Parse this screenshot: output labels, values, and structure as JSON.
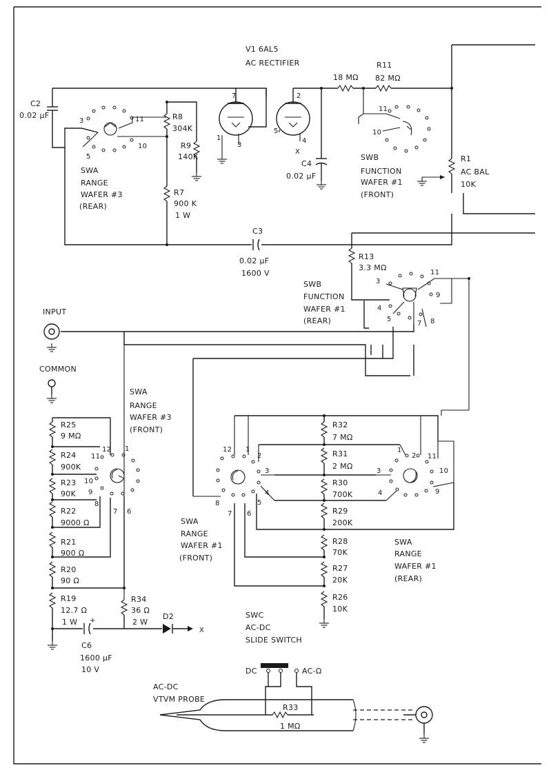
{
  "tube": {
    "ref": "V1 6AL5",
    "desc": "AC RECTIFIER"
  },
  "pins": {
    "v_p7": "7",
    "v_p1": "1",
    "v_p3": "3",
    "v_p2": "2",
    "v_p5": "5",
    "v_p4": "4",
    "v_x": "X",
    "swa3r_3": "3",
    "swa3r_11": "11",
    "swa3r_5": "5",
    "swa3r_10": "10",
    "swbf_11": "11",
    "swbf_10": "10",
    "swbr_3": "3",
    "swbr_4": "4",
    "swbr_5": "5",
    "swbr_7": "7",
    "swbr_8": "8",
    "swbr_9": "9",
    "swbr_11": "11",
    "swa3f_11": "11",
    "swa3f_12": "12",
    "swa3f_1": "1",
    "swa3f_10": "10",
    "swa3f_9": "9",
    "swa3f_8": "8",
    "swa3f_7": "7",
    "swa3f_6": "6",
    "swa1f_12": "12",
    "swa1f_1": "1",
    "swa1f_2": "2",
    "swa1f_3": "3",
    "swa1f_4": "4",
    "swa1f_5": "5",
    "swa1f_6": "6",
    "swa1f_7": "7",
    "swa1f_8": "8",
    "swa1r_1": "1",
    "swa1r_2": "2",
    "swa1r_3": "3",
    "swa1r_4": "4",
    "swa1r_9": "9",
    "swa1r_10": "10",
    "swa1r_11": "11",
    "d2_x": "X"
  },
  "components": {
    "c2": {
      "ref": "C2",
      "value": "0.02 µF"
    },
    "r8": {
      "ref": "R8",
      "value": "304K"
    },
    "r9": {
      "ref": "R9",
      "value": "140K"
    },
    "r7": {
      "ref": "R7",
      "value": "900 K",
      "rating": "1 W"
    },
    "c4": {
      "ref": "C4",
      "value": "0.02 µF"
    },
    "r10": {
      "value": "18 MΩ"
    },
    "r11": {
      "ref": "R11",
      "value": "82 MΩ"
    },
    "r1": {
      "ref": "R1",
      "desc": "AC BAL",
      "value": "10K"
    },
    "c3": {
      "ref": "C3",
      "value": "0.02 µF",
      "rating": "1600 V"
    },
    "r13": {
      "ref": "R13",
      "value": "3.3 MΩ"
    },
    "r25": {
      "ref": "R25",
      "value": "9 MΩ"
    },
    "r24": {
      "ref": "R24",
      "value": "900K"
    },
    "r23": {
      "ref": "R23",
      "value": "90K"
    },
    "r22": {
      "ref": "R22",
      "value": "9000 Ω"
    },
    "r21": {
      "ref": "R21",
      "value": "900 Ω"
    },
    "r20": {
      "ref": "R20",
      "value": "90 Ω"
    },
    "r19": {
      "ref": "R19",
      "value": "12.7 Ω",
      "rating": "1 W"
    },
    "r34": {
      "ref": "R34",
      "value": "36 Ω",
      "rating": "2 W"
    },
    "d2": {
      "ref": "D2"
    },
    "c6": {
      "ref": "C6",
      "value": "1600 µF",
      "rating": "10 V"
    },
    "r32": {
      "ref": "R32",
      "value": "7 MΩ"
    },
    "r31": {
      "ref": "R31",
      "value": "2 MΩ"
    },
    "r30": {
      "ref": "R30",
      "value": "700K"
    },
    "r29": {
      "ref": "R29",
      "value": "200K"
    },
    "r28": {
      "ref": "R28",
      "value": "70K"
    },
    "r27": {
      "ref": "R27",
      "value": "20K"
    },
    "r26": {
      "ref": "R26",
      "value": "10K"
    },
    "r33": {
      "ref": "R33",
      "value": "1 MΩ"
    }
  },
  "switches": {
    "swa3_rear": {
      "ref": "SWA",
      "name": "RANGE",
      "wafer": "WAFER #3",
      "side": "(REAR)"
    },
    "swb_front": {
      "ref": "SWB",
      "name": "FUNCTION",
      "wafer": "WAFER #1",
      "side": "(FRONT)"
    },
    "swb_rear": {
      "ref": "SWB",
      "name": "FUNCTION",
      "wafer": "WAFER #1",
      "side": "(REAR)"
    },
    "swa3_front": {
      "ref": "SWA",
      "name": "RANGE",
      "wafer": "WAFER #3",
      "side": "(FRONT)"
    },
    "swa1_front": {
      "ref": "SWA",
      "name": "RANGE",
      "wafer": "WAFER #1",
      "side": "(FRONT)"
    },
    "swa1_rear": {
      "ref": "SWA",
      "name": "RANGE",
      "wafer": "WAFER #1",
      "side": "(REAR)"
    },
    "swc": {
      "ref": "SWC",
      "name": "AC-DC",
      "desc": "SLIDE SWITCH",
      "dc": "DC",
      "ac": "AC-Ω"
    }
  },
  "connectors": {
    "input": "INPUT",
    "common": "COMMON"
  },
  "probe": {
    "line1": "AC-DC",
    "line2": "VTVM PROBE"
  }
}
